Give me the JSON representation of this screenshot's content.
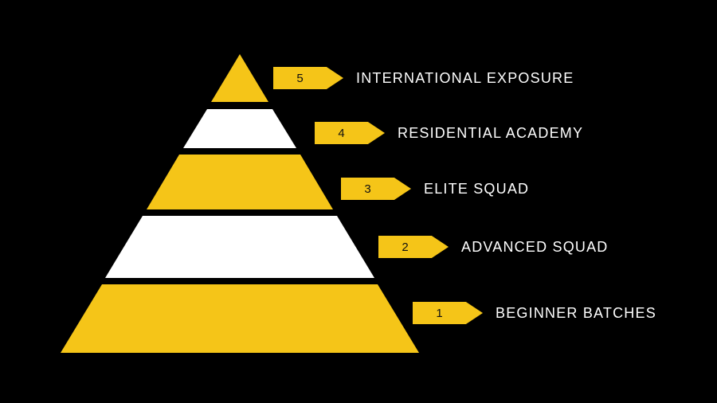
{
  "colors": {
    "background": "#000000",
    "accent": "#F5C518",
    "white": "#FFFFFF",
    "text": "#FFFFFF",
    "badge_text": "#111111"
  },
  "pyramid": {
    "tiers": [
      {
        "level": "5",
        "label": "INTERNATIONAL EXPOSURE",
        "color": "#F5C518"
      },
      {
        "level": "4",
        "label": "RESIDENTIAL ACADEMY",
        "color": "#FFFFFF"
      },
      {
        "level": "3",
        "label": "ELITE SQUAD",
        "color": "#F5C518"
      },
      {
        "level": "2",
        "label": "ADVANCED SQUAD",
        "color": "#FFFFFF"
      },
      {
        "level": "1",
        "label": "BEGINNER BATCHES",
        "color": "#F5C518"
      }
    ]
  }
}
